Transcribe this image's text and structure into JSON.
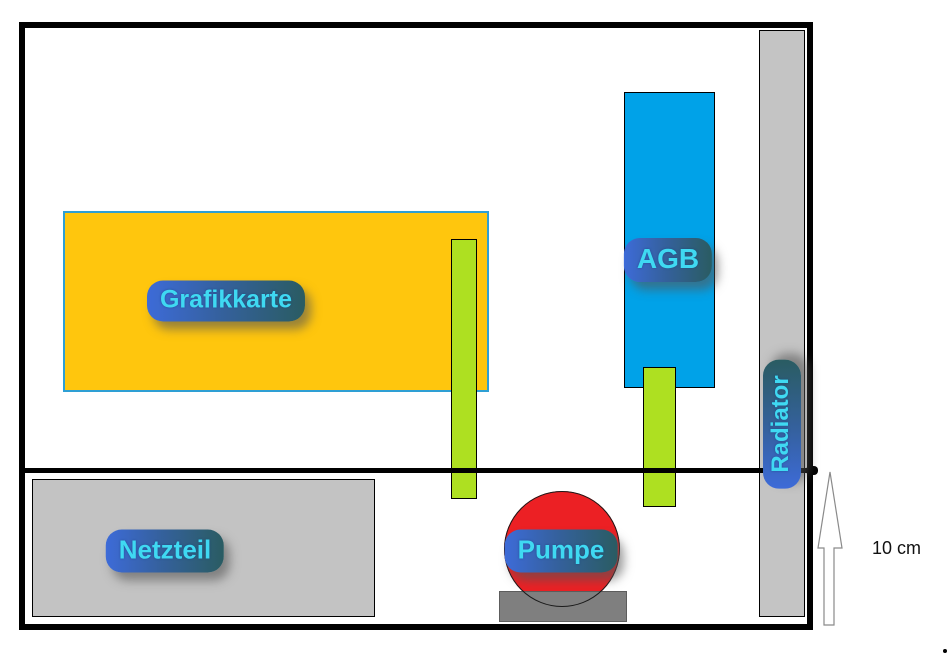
{
  "diagram": {
    "description": "PC case water-cooling layout sketch",
    "components": {
      "gpu": {
        "label": "Grafikkarte",
        "fill": "#FFC60D",
        "border": "#2E9FD4"
      },
      "reservoir": {
        "label": "AGB",
        "fill": "#00A2E8",
        "border": "#000000"
      },
      "radiator": {
        "label": "Radiator",
        "fill": "#C4C4C4",
        "border": "#000000"
      },
      "psu": {
        "label": "Netzteil",
        "fill": "#C3C3C3",
        "border": "#000000"
      },
      "pump": {
        "label": "Pumpe",
        "fill": "#EC2024",
        "border": "#000000"
      },
      "pump_base": {
        "fill": "#7F7F7F"
      },
      "tubes": {
        "fill": "#AEE021",
        "border": "#000000",
        "count": 2
      }
    },
    "label_style": {
      "text_color": "#3FD9F2",
      "blob_gradient_start": "#3D6BD8",
      "blob_gradient_end": "#2A5C62"
    },
    "case": {
      "outline_color": "#000000"
    },
    "scale": {
      "caption": "10 cm",
      "arrow_direction": "up"
    }
  }
}
